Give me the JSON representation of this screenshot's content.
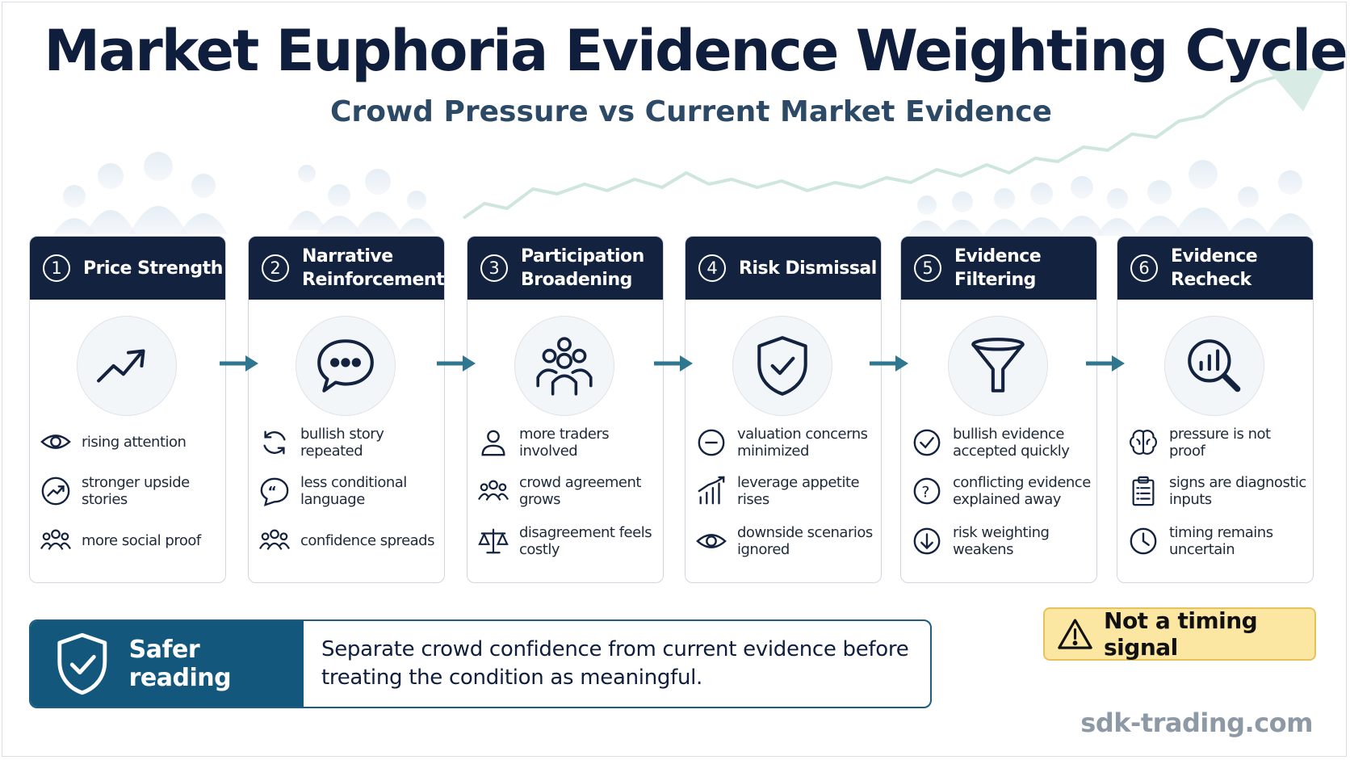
{
  "title": "Market Euphoria Evidence Weighting Cycle",
  "subtitle": "Crowd Pressure vs Current Market Evidence",
  "stages": [
    {
      "number": "1",
      "title": "Price Strength",
      "hero_icon": "trending-up-icon",
      "items": [
        {
          "icon": "eye-icon",
          "text": "rising attention"
        },
        {
          "icon": "trend-circle-icon",
          "text": "stronger upside stories"
        },
        {
          "icon": "people-group-icon",
          "text": "more social proof"
        }
      ]
    },
    {
      "number": "2",
      "title": "Narrative Reinforcement",
      "hero_icon": "speech-bubble-icon",
      "items": [
        {
          "icon": "refresh-icon",
          "text": "bullish story repeated"
        },
        {
          "icon": "quote-bubble-icon",
          "text": "less conditional language"
        },
        {
          "icon": "people-group-icon",
          "text": "confidence spreads"
        }
      ]
    },
    {
      "number": "3",
      "title": "Participation Broadening",
      "hero_icon": "crowd-icon",
      "items": [
        {
          "icon": "person-icon",
          "text": "more traders involved"
        },
        {
          "icon": "people-group-icon",
          "text": "crowd agreement grows"
        },
        {
          "icon": "scales-icon",
          "text": "disagreement feels costly"
        }
      ]
    },
    {
      "number": "4",
      "title": "Risk Dismissal",
      "hero_icon": "shield-check-icon",
      "items": [
        {
          "icon": "minus-circle-icon",
          "text": "valuation concerns minimized"
        },
        {
          "icon": "bar-growth-icon",
          "text": "leverage appetite rises"
        },
        {
          "icon": "eye-icon",
          "text": "downside scenarios ignored"
        }
      ]
    },
    {
      "number": "5",
      "title": "Evidence Filtering",
      "hero_icon": "funnel-icon",
      "items": [
        {
          "icon": "check-circle-icon",
          "text": "bullish evidence accepted quickly"
        },
        {
          "icon": "question-circle-icon",
          "text": "conflicting evidence explained away"
        },
        {
          "icon": "arrow-down-circle-icon",
          "text": "risk weighting weakens"
        }
      ]
    },
    {
      "number": "6",
      "title": "Evidence Recheck",
      "hero_icon": "magnifier-chart-icon",
      "items": [
        {
          "icon": "brain-icon",
          "text": "pressure is not proof"
        },
        {
          "icon": "clipboard-icon",
          "text": "signs are diagnostic inputs"
        },
        {
          "icon": "clock-icon",
          "text": "timing remains uncertain"
        }
      ]
    }
  ],
  "safer": {
    "label": "Safer reading",
    "text": "Separate crowd confidence from current evidence before treating the condition as meaningful."
  },
  "warning": {
    "text": "Not a timing signal"
  },
  "site": "sdk-trading.com",
  "colors": {
    "header_navy": "#13223f",
    "accent_teal": "#13587c",
    "arrow_teal": "#2f7691",
    "warning_yellow": "#fbe6a2"
  }
}
